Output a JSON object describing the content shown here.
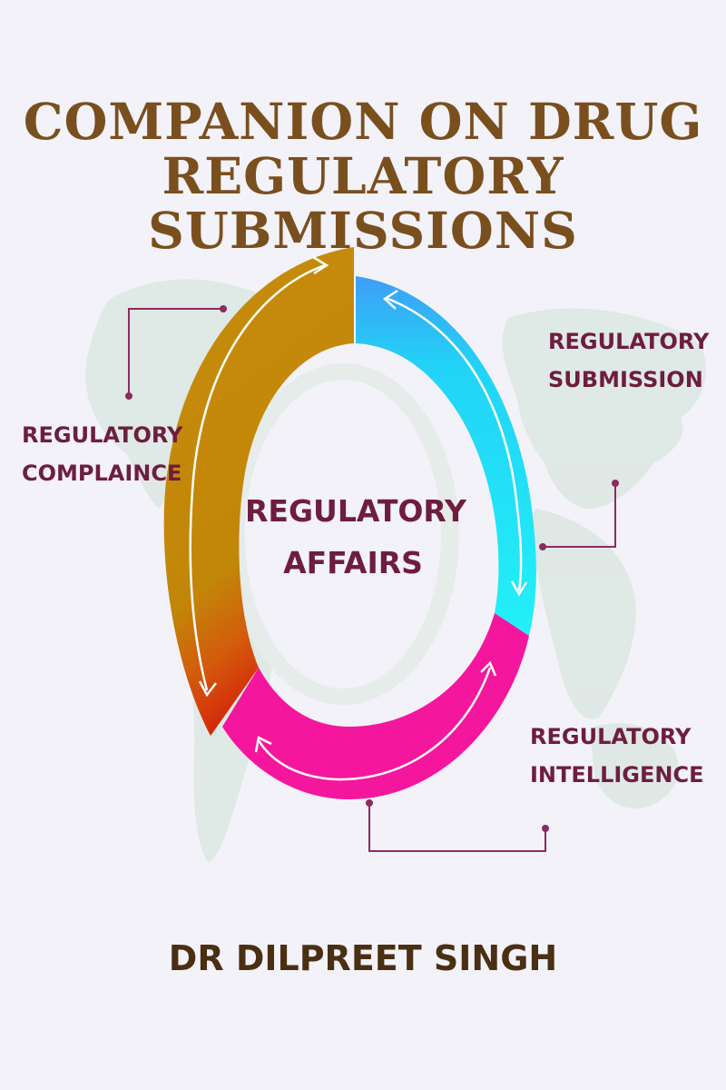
{
  "cover": {
    "title_lines": [
      "COMPANION ON DRUG",
      "REGULATORY",
      "SUBMISSIONS"
    ],
    "author": "DR DILPREET SINGH"
  },
  "diagram": {
    "center_lines": [
      "REGULATORY",
      "AFFAIRS"
    ],
    "segments": [
      {
        "lines": [
          "REGULATORY",
          "COMPLAINCE"
        ],
        "color": "#c58a0e"
      },
      {
        "lines": [
          "REGULATORY",
          "SUBMISSION"
        ],
        "color": "#22e3f7"
      },
      {
        "lines": [
          "REGULATORY",
          "INTELLIGENCE"
        ],
        "color": "#f5169e"
      }
    ],
    "connector_color": "#8b2b60",
    "map_color": "#dde8e2"
  },
  "colors": {
    "background": "#f3f2f9",
    "title": "#7a4f1e",
    "label": "#6e1d40",
    "author": "#4a2f12"
  }
}
